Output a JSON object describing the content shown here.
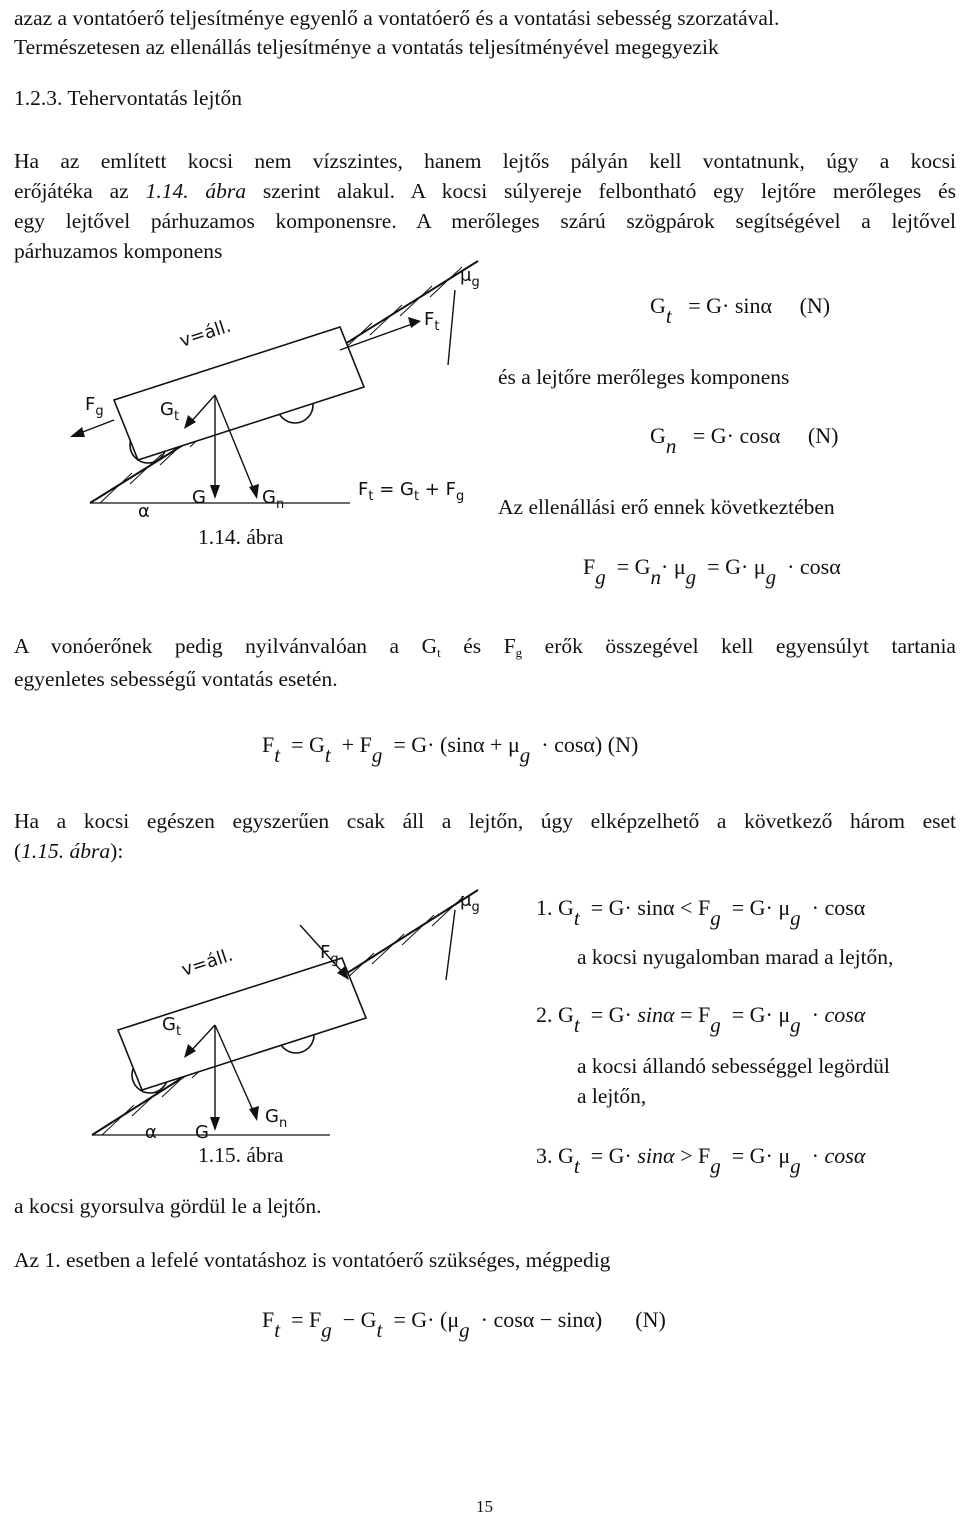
{
  "intro": {
    "line1": "azaz a vontatóerő teljesítménye egyenlő a vontatóerő és a vontatási sebesség szorzatával.",
    "line2": "Természetesen az ellenállás teljesítménye a vontatás teljesítményével megegyezik"
  },
  "section": {
    "heading": "1.2.3. Tehervontatás lejtőn"
  },
  "para1": {
    "l1": "Ha az említett kocsi nem vízszintes, hanem lejtős pályán kell vontatnunk, úgy a kocsi",
    "l2a": "erőjátéka az ",
    "l2ref": "1.14. ábra",
    "l2b": " szerint alakul. A kocsi súlyereje felbontható egy lejtőre merőleges és",
    "l3": "egy lejtővel párhuzamos komponensre. A merőleges szárú szögpárok segítségével a lejtővel",
    "l4": "párhuzamos komponens"
  },
  "fig1": {
    "caption": "1.14. ábra",
    "labels": {
      "v": "v=áll.",
      "Ft": "F",
      "Ft_sub": "t",
      "mu": "μ",
      "mu_sub": "g",
      "Fg": "F",
      "Fg_sub": "g",
      "Gt": "G",
      "Gt_sub": "t",
      "alpha": "α",
      "G": "G",
      "Gn": "G",
      "Gn_sub": "n",
      "formula": "F  = G  + F",
      "f_sub1": "t",
      "f_sub2": "t",
      "f_sub3": "g"
    }
  },
  "eq1": {
    "lhs": "G",
    "sub": "t",
    "rhs": "= G· sinα",
    "unit": "(N)"
  },
  "text_perp": "és a lejtőre merőleges komponens",
  "eq2": {
    "lhs": "G",
    "sub": "n",
    "rhs": "= G· cosα",
    "unit": "(N)"
  },
  "text_res": "Az ellenállási erő ennek következtében",
  "eq3": {
    "F": "F",
    "s1": "g",
    "m1": "= G",
    "s2": "n",
    "m2": "· μ",
    "s3": "g",
    "m3": "= G· μ",
    "s4": "g",
    "m4": "· cosα"
  },
  "para2": {
    "a": "A vonóerőnek pedig nyilvánvalóan a G",
    "a_sub1": "t",
    "b": " és F",
    "a_sub2": "g",
    "c": " erők összegével kell egyensúlyt tartania",
    "l2": "egyenletes sebességű vontatás esetén."
  },
  "eq4": {
    "F": "F",
    "s1": "t",
    "m1": "= G",
    "s2": "t",
    "m2": "+ F",
    "s3": "g",
    "m3": "= G· (sinα + μ",
    "s4": "g",
    "m4": "· cosα)  (N)"
  },
  "para3": {
    "l1": "Ha a kocsi egészen egyszerűen csak áll a lejtőn, úgy elképzelhető a következő három eset",
    "l2a": "(",
    "l2ref": "1.15. ábra",
    "l2b": "):"
  },
  "fig2": {
    "caption": "1.15. ábra",
    "labels": {
      "v": "v=áll.",
      "Fg": "F",
      "Fg_sub": "g",
      "mu": "μ",
      "mu_sub": "g",
      "Gt": "G",
      "Gt_sub": "t",
      "alpha": "α",
      "G": "G",
      "Gn": "G",
      "Gn_sub": "n"
    }
  },
  "cases": {
    "c1": {
      "n": "1.",
      "a": "G",
      "s1": "t",
      "b": "= G· sinα < F",
      "s2": "g",
      "c": "= G· μ",
      "s3": "g",
      "d": "· cosα",
      "desc": "a kocsi nyugalomban marad a lejtőn,"
    },
    "c2": {
      "n": "2.",
      "a": "G",
      "s1": "t",
      "b": "= G·",
      "b_it": "sinα",
      "b2": "= F",
      "s2": "g",
      "c": "= G· μ",
      "s3": "g",
      "d": "·",
      "d_it": "cosα",
      "desc1": "a kocsi állandó sebességgel legördül",
      "desc2": "a lejtőn,"
    },
    "c3": {
      "n": "3.",
      "a": "G",
      "s1": "t",
      "b": "= G·",
      "b_it": "sinα",
      "b2": "> F",
      "s2": "g",
      "c": "= G· μ",
      "s3": "g",
      "d": "·",
      "d_it": "cosα"
    }
  },
  "text_accel": "a kocsi gyorsulva gördül le a lejtőn.",
  "text_case1": "Az 1. esetben a lefelé vontatáshoz is vontatóerő szükséges, mégpedig",
  "eq5": {
    "F": "F",
    "s1": "t",
    "m1": "= F",
    "s2": "g",
    "m2": "− G",
    "s3": "t",
    "m3": "= G· (μ",
    "s4": "g",
    "m4": "· cosα − sinα)",
    "unit": "(N)"
  },
  "page_number": "15"
}
